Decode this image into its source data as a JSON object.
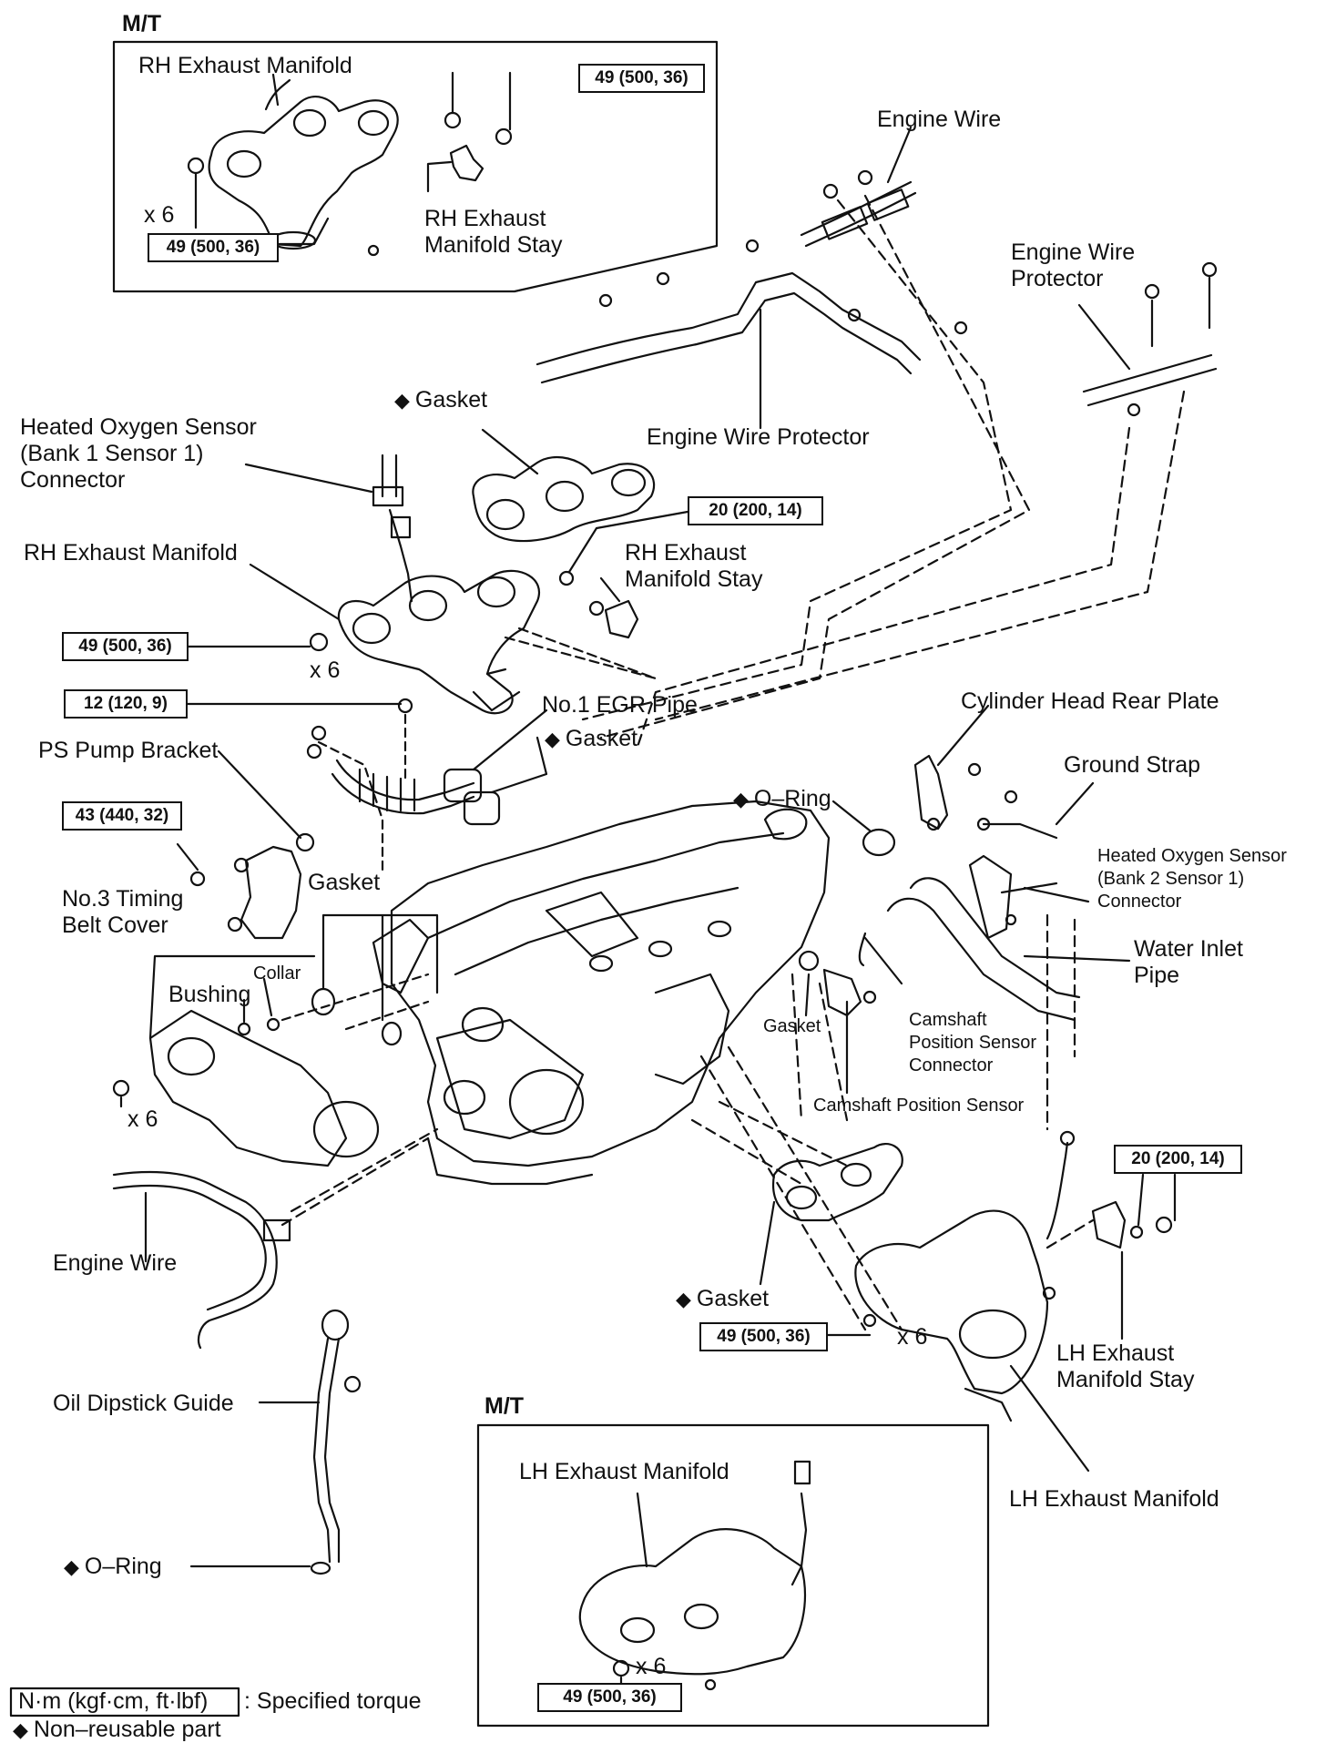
{
  "labels": {
    "mt_top": "M/T",
    "rh_manifold_top": "RH Exhaust Manifold",
    "x6_top": "x 6",
    "rh_stay_top": "RH Exhaust\nManifold Stay",
    "engine_wire_top": "Engine Wire",
    "engine_wire_protector_right": "Engine Wire\nProtector",
    "engine_wire_protector_mid": "Engine Wire Protector",
    "gasket_rh": "Gasket",
    "heated_o2_bank1": "Heated Oxygen Sensor\n(Bank 1 Sensor 1)\nConnector",
    "rh_manifold_mid": "RH Exhaust Manifold",
    "rh_stay_mid": "RH Exhaust\nManifold Stay",
    "x6_rh_mid": "x 6",
    "egr_pipe": "No.1 EGR Pipe",
    "gasket_egr": "Gasket",
    "ps_pump_bracket": "PS Pump Bracket",
    "cyl_head_rear_plate": "Cylinder Head Rear Plate",
    "ground_strap": "Ground Strap",
    "o_ring_top": "O–Ring",
    "heated_o2_bank2": "Heated Oxygen Sensor\n(Bank 2 Sensor 1)\nConnector",
    "water_inlet_pipe": "Water Inlet\nPipe",
    "timing_cover": "No.3 Timing\nBelt Cover",
    "gasket_left": "Gasket",
    "collar": "Collar",
    "bushing": "Bushing",
    "x6_timing": "x 6",
    "gasket_cam": "Gasket",
    "cam_sensor_connector": "Camshaft\nPosition Sensor\nConnector",
    "cam_sensor": "Camshaft Position Sensor",
    "engine_wire_bottom": "Engine Wire",
    "gasket_lh": "Gasket",
    "x6_lh": "x 6",
    "lh_stay": "LH Exhaust\nManifold Stay",
    "oil_dipstick_guide": "Oil Dipstick Guide",
    "mt_bottom": "M/T",
    "lh_manifold_inset": "LH Exhaust Manifold",
    "x6_inset": "x 6",
    "lh_manifold_right": "LH Exhaust Manifold",
    "o_ring_bottom": "O–Ring"
  },
  "torques": {
    "top_stay": "49 (500, 36)",
    "top_manifold": "49 (500, 36)",
    "rh_stay": "20 (200, 14)",
    "rh_manifold": "49 (500, 36)",
    "egr": "12 (120, 9)",
    "ps_bracket": "43 (440, 32)",
    "lh_stay": "20 (200, 14)",
    "lh_manifold": "49 (500, 36)",
    "inset_lh": "49 (500, 36)"
  },
  "legend": {
    "torque_unit": "N·m (kgf·cm, ft·lbf)",
    "torque_desc": ": Specified torque",
    "non_reusable": "Non–reusable part"
  },
  "symbols": {
    "non_reusable_marker": "◆"
  }
}
